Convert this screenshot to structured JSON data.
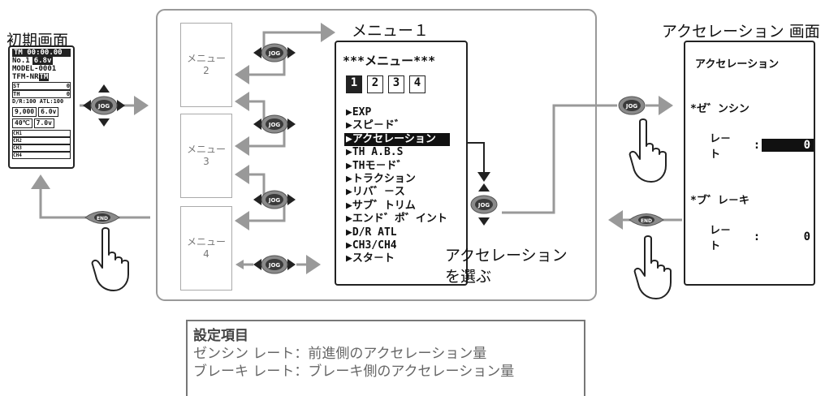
{
  "labels": {
    "initial_screen": "初期画面",
    "menu1": "メニュー１",
    "accel_screen": "アクセレーション 画面",
    "select_note_1": "アクセレーション",
    "select_note_2": "を選ぶ"
  },
  "initial_lcd": {
    "time": "TM 00:00.00",
    "no_prefix": "No.1",
    "voltage": "6.8v",
    "model": "MODEL-0001",
    "tfm": "TFM-NR",
    "tm_badge": "TM",
    "st": "ST",
    "st_val": "0",
    "th": "TH",
    "th_val": "0",
    "dr_atl": "D/R:100 ATL:100",
    "stat1a": "9,000",
    "stat1b": "6.0v",
    "stat2a": "40℃",
    "stat2b": "7.0v",
    "ch1": "CH1",
    "ch2": "CH2",
    "ch3": "CH3",
    "ch4": "CH4"
  },
  "side_menus": [
    {
      "line1": "メニュー",
      "line2": "2"
    },
    {
      "line1": "メニュー",
      "line2": "3"
    },
    {
      "line1": "メニュー",
      "line2": "4"
    }
  ],
  "menu_lcd": {
    "header": "***メニュー***",
    "pages": [
      "1",
      "2",
      "3",
      "4"
    ],
    "items": [
      "▶EXP",
      "▶スピ－ド゛",
      "▶アクセレーション",
      "▶TH A.B.S",
      "▶THモ－ド゛",
      "▶トラクション",
      "▶リバ゛－ス",
      "▶サブ゛トリム",
      "▶エンド゛ポ゛イント",
      "▶D/R ATL",
      "▶CH3/CH4",
      "▶スタ－ト"
    ],
    "selected_index": 2
  },
  "accel_lcd": {
    "title": "アクセレーション",
    "forward_label": "*ゼ゛ンシン",
    "rate_label": "レ－ト",
    "forward_value": "0",
    "brake_label": "*ブ゛レ－キ",
    "brake_value": "0"
  },
  "buttons": {
    "jog": "JOG",
    "end": "END"
  },
  "notes": {
    "title": "設定項目",
    "line1": "ゼンシン レート：前進側のアクセレーション量",
    "line2": "ブレーキ レート：ブレーキ側のアクセレーション量"
  },
  "colors": {
    "arrow": "#999999",
    "jog_ring": "#8a8a8a",
    "jog_center": "#3a3a3a"
  }
}
